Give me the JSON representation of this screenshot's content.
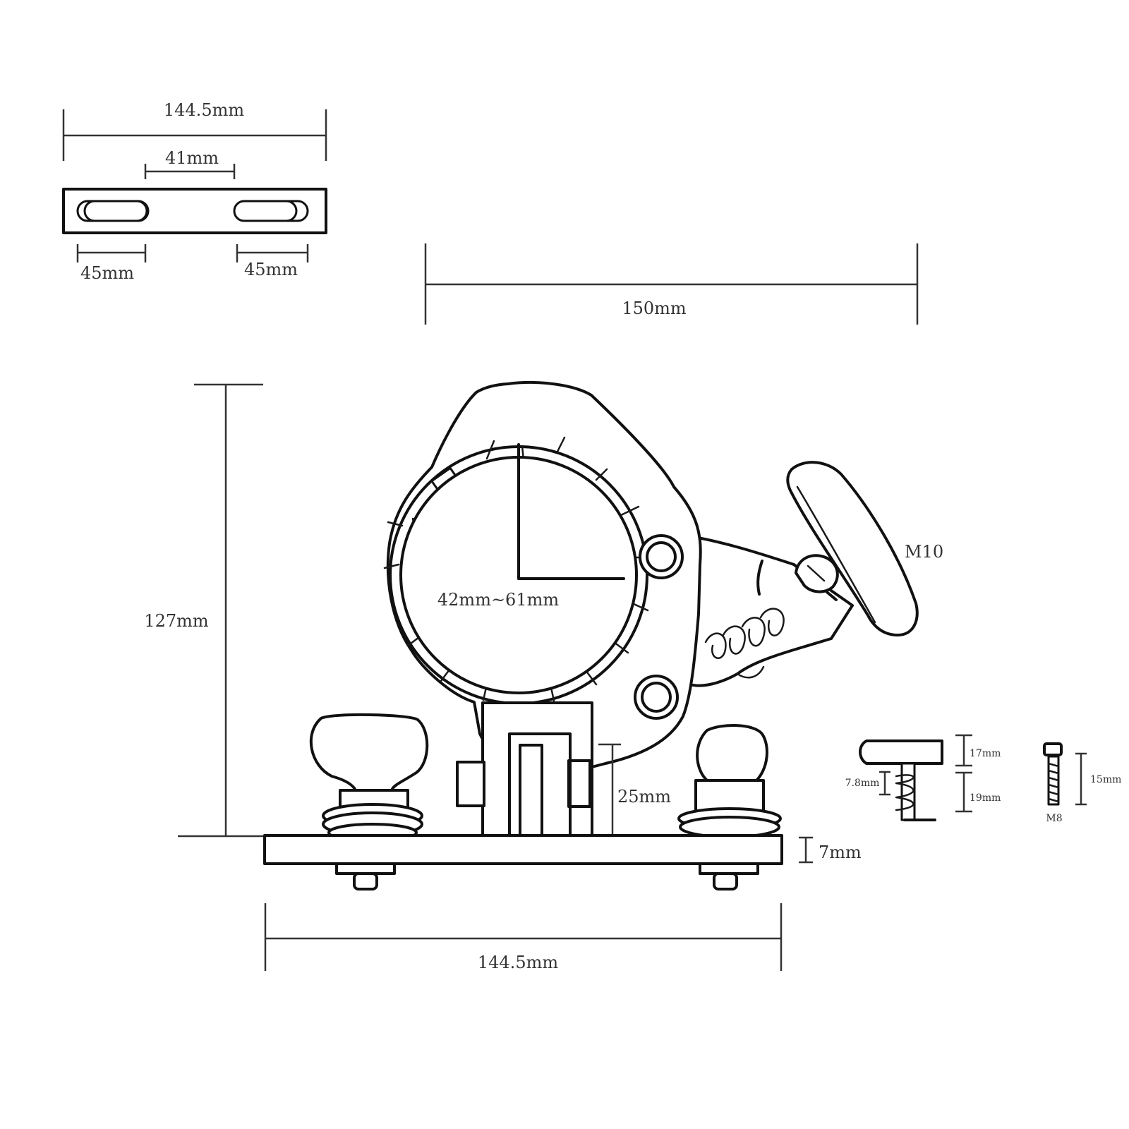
{
  "top_plate": {
    "overall_width": "144.5mm",
    "slot_spacing": "41mm",
    "left_slot_length": "45mm",
    "right_slot_length": "45mm"
  },
  "clamp": {
    "overall_width": "150mm",
    "overall_height": "127mm",
    "tube_diameter_range": "42mm~61mm",
    "handle_thread": "M10",
    "post_height": "25mm",
    "base_thickness": "7mm",
    "base_width": "144.5mm"
  },
  "knob_detail": {
    "head_height": "17mm",
    "spring_length": "7.8mm",
    "stem_length": "19mm"
  },
  "bolt_detail": {
    "length": "15mm",
    "thread": "M8"
  }
}
